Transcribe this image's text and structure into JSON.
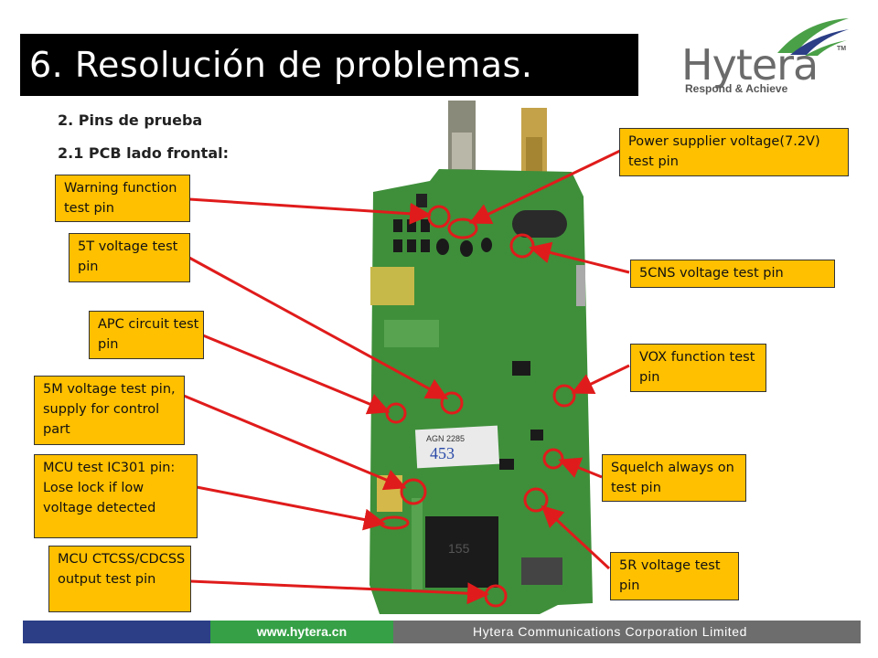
{
  "slide": {
    "title": "6. Resolución de problemas.",
    "subtitle": "2. Pins de prueba",
    "section": "2.1 PCB lado frontal:"
  },
  "logo": {
    "brand": "Hytera",
    "tm": "TM",
    "tagline": "Respond & Achieve"
  },
  "callouts": {
    "warning": "Warning function test pin",
    "t5": "5T voltage test pin",
    "apc": "APC circuit test pin",
    "m5": "5M voltage test pin, supply for control part",
    "mcu_ic301": "MCU test IC301 pin: Lose lock if low voltage detected",
    "mcu_ctcss": "MCU CTCSS/CDCSS output test pin",
    "power": "Power supplier voltage(7.2V) test pin",
    "cns5": "5CNS voltage test pin",
    "vox": "VOX function test pin",
    "squelch": "Squelch always on test pin",
    "r5": "5R voltage test pin"
  },
  "board": {
    "chip_label_1": "AGN 2285",
    "chip_label_2": "453",
    "ic_marking": "155"
  },
  "footer": {
    "website": "www.hytera.cn",
    "company": "Hytera Communications Corporation Limited"
  },
  "colors": {
    "callout_bg": "#ffc000",
    "arrow": "#e01b1b",
    "pcb_green": "#3f8f3a",
    "footer_blue": "#2b3e86",
    "footer_green": "#35a046",
    "footer_gray": "#6d6d6d"
  }
}
